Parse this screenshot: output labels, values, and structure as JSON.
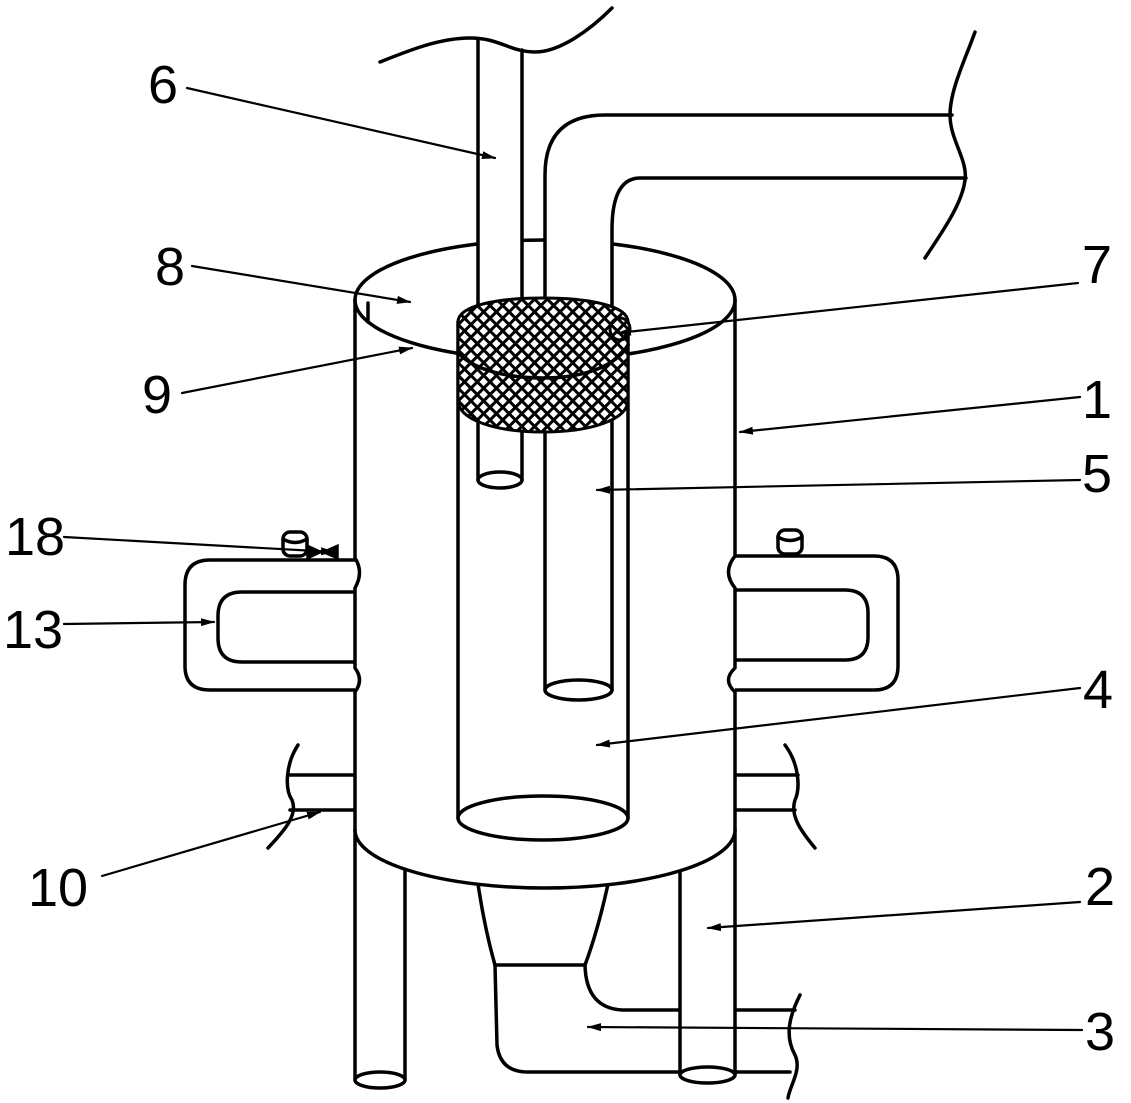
{
  "callouts": {
    "n1": "1",
    "n2": "2",
    "n3": "3",
    "n4": "4",
    "n5": "5",
    "n6": "6",
    "n7": "7",
    "n8": "8",
    "n9": "9",
    "n10": "10",
    "n13": "13",
    "n18": "18"
  },
  "colors": {
    "line": "#000000",
    "background": "#ffffff"
  }
}
